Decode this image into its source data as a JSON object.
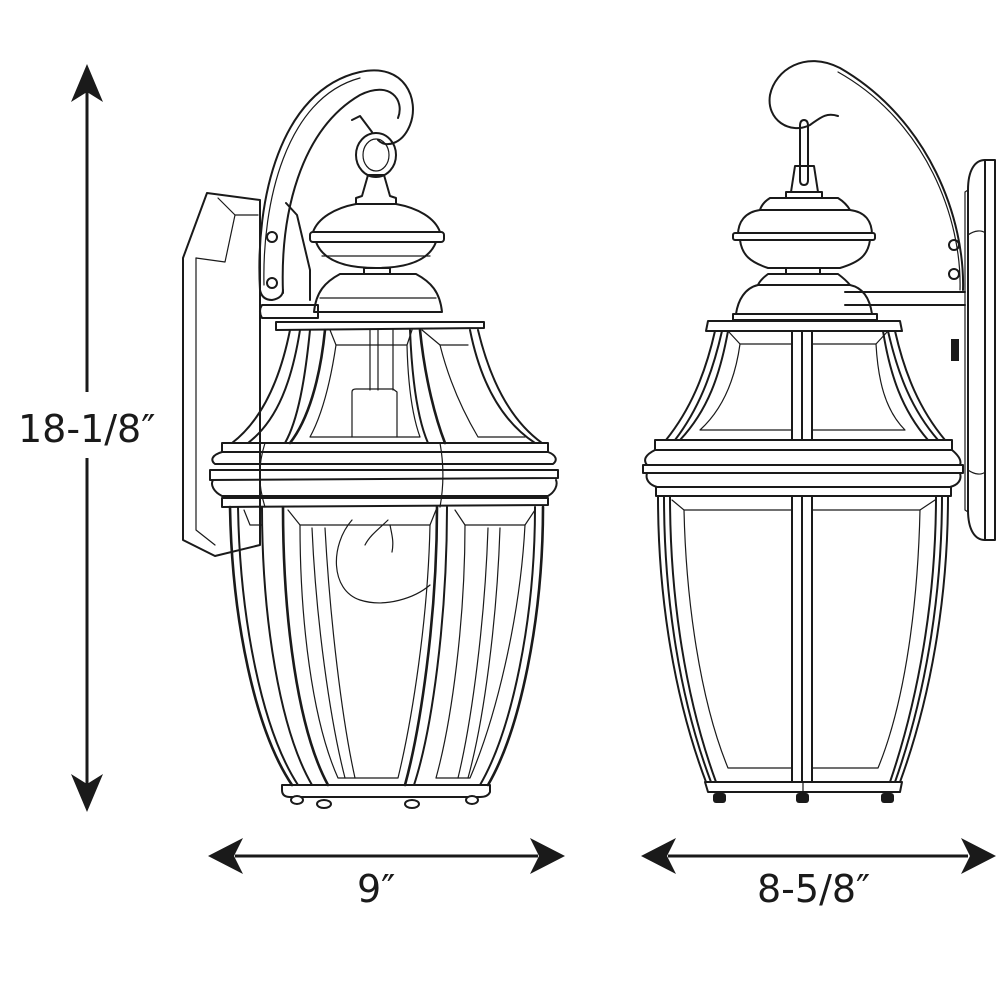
{
  "diagram": {
    "type": "product-dimension-drawing",
    "subject": "outdoor wall lantern",
    "views": [
      {
        "name": "front-view",
        "label": "9″"
      },
      {
        "name": "side-view",
        "label": "8-5/8″"
      }
    ],
    "dimensions": {
      "height": "18-1/8″",
      "front_width": "9″",
      "side_depth": "8-5/8″"
    },
    "colors": {
      "line": "#1a1a1a",
      "background": "#ffffff"
    }
  }
}
